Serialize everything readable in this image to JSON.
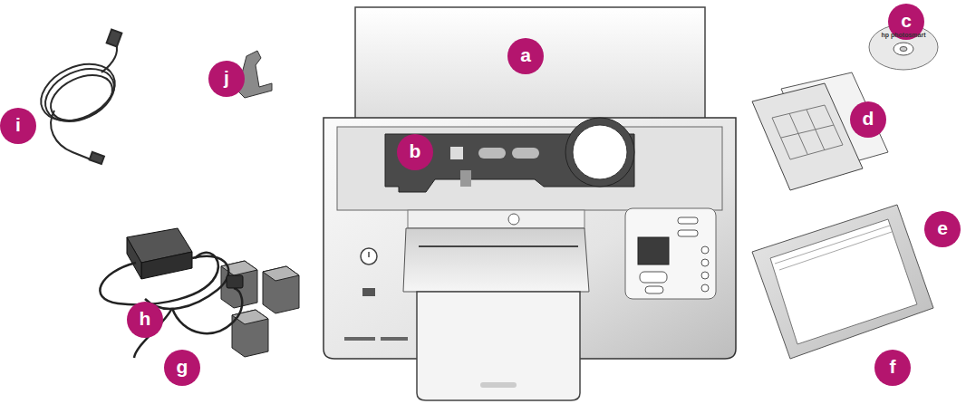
{
  "diagram": {
    "labels": [
      "a",
      "b",
      "c",
      "d",
      "e",
      "f",
      "g",
      "h",
      "i",
      "j",
      "hp photosmart"
    ]
  }
}
